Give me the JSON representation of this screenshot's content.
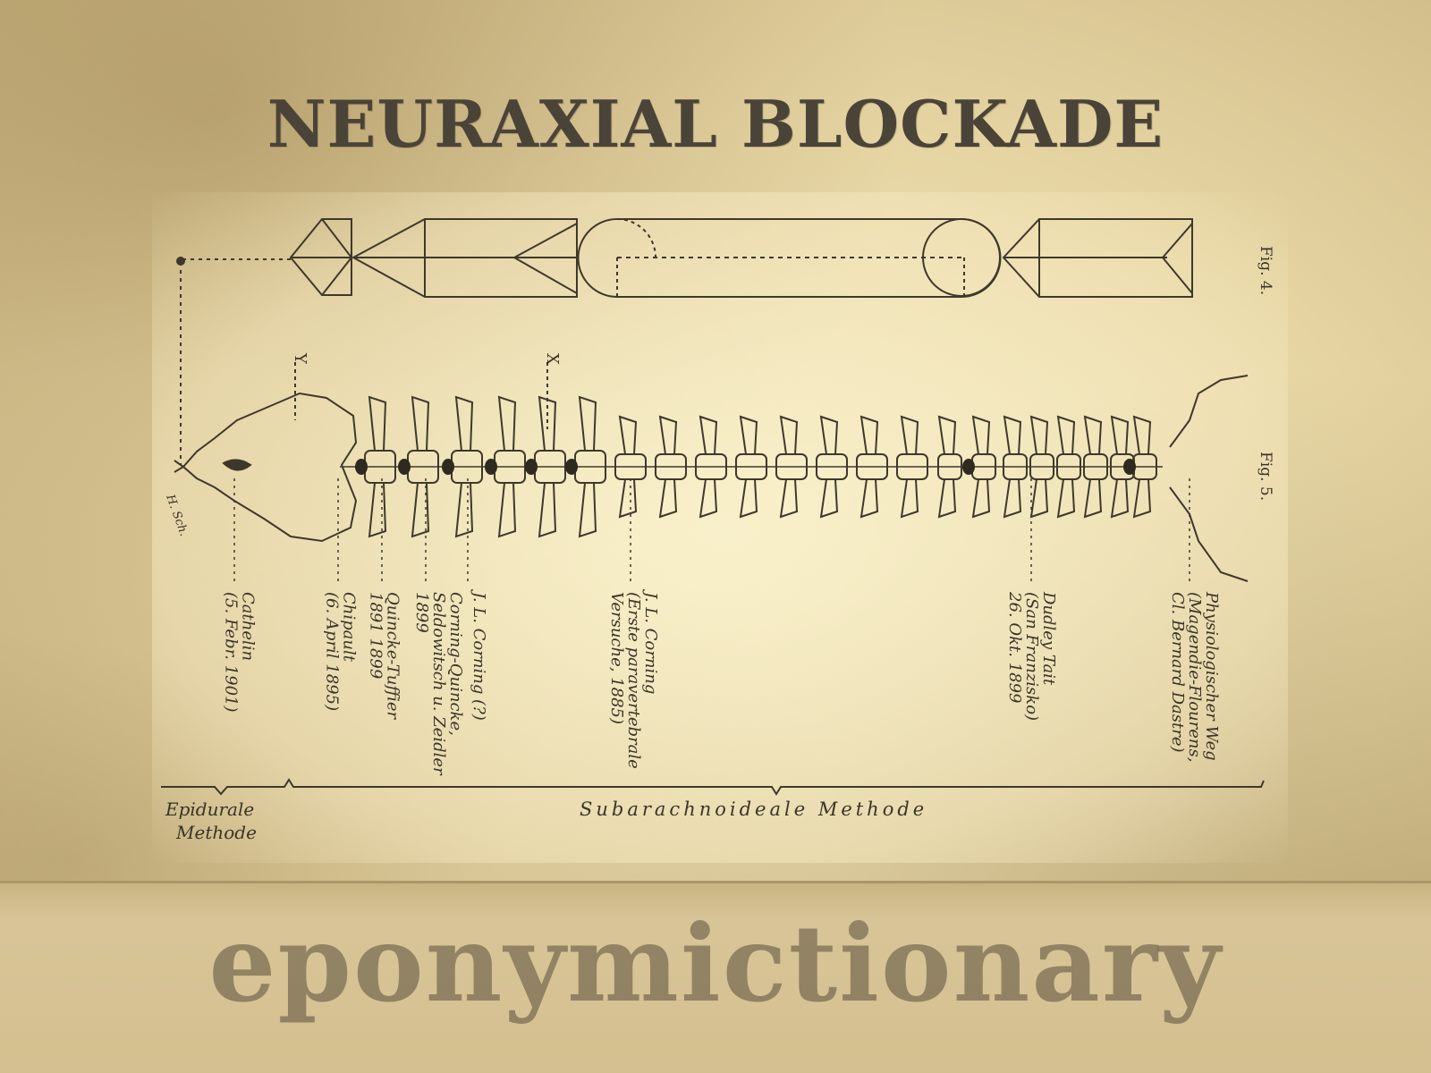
{
  "title": "NEURAXIAL BLOCKADE",
  "brand": "eponymictionary",
  "figure": {
    "fig4_label": "Fig. 4.",
    "fig5_label": "Fig. 5.",
    "marker_x": "X",
    "marker_y": "Y",
    "signature": "H. Sch.",
    "bracket_left": "Epidurale Methode",
    "bracket_left_line1": "Epidurale",
    "bracket_left_line2": "Methode",
    "bracket_right": "Subarachnoideale Methode",
    "annotations": [
      {
        "lines": [
          "Cathelin",
          "(5. Febr. 1901)"
        ]
      },
      {
        "lines": [
          "Chipault",
          "(6. April 1895)"
        ]
      },
      {
        "lines": [
          "Quincke-Tuffier",
          "1891   1899"
        ]
      },
      {
        "lines": [
          "Corning-Quincke,",
          "Seldowitsch u. Zeidler",
          "1899"
        ]
      },
      {
        "lines": [
          "J. L. Corning (?)"
        ]
      },
      {
        "lines": [
          "J. L. Corning",
          "(Erste paravertebrale",
          "Versuche, 1885)"
        ]
      },
      {
        "lines": [
          "Dudley Tait",
          "(San Franzisko)",
          "26. Okt. 1899"
        ]
      },
      {
        "lines": [
          "Physiologischer Weg",
          "(Magendie-Flourens,",
          "Cl. Bernard Dastre)"
        ]
      }
    ]
  }
}
